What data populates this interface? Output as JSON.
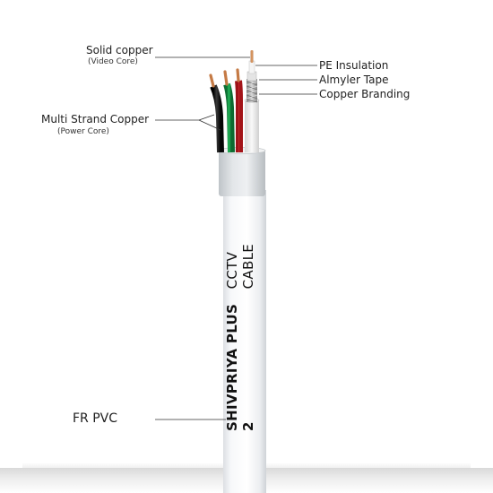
{
  "labels": {
    "solid_copper": "Solid copper",
    "video_core": "(Video Core)",
    "pe_insulation": "PE Insulation",
    "almyler_tape": "Almyler Tape",
    "copper_branding": "Copper Branding",
    "multi_strand": "Multi Strand Copper",
    "power_core": "(Power Core)",
    "fr_pvc": "FR PVC"
  },
  "cable_print": {
    "brand": "SHIVPRIYA PLUS 2",
    "type": "CCTV CABLE"
  },
  "colors": {
    "sheath": "#f4f5f7",
    "jacket_band": "#d7dbde",
    "red_wire": "#d41f26",
    "green_wire": "#17a04a",
    "black_wire": "#1b1b1b",
    "copper": "#d2884f",
    "pe_insulation": "#ececec",
    "braid": "#b9b9b9"
  }
}
